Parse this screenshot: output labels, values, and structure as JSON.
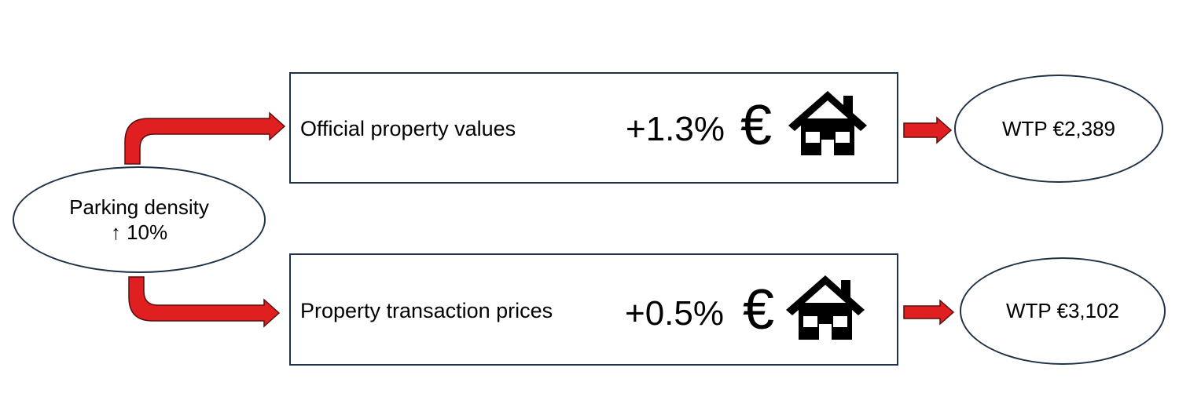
{
  "source": {
    "title": "Parking density",
    "change": "↑ 10%"
  },
  "paths": [
    {
      "label": "Official property values",
      "effect": "+1.3%",
      "currency_symbol": "€",
      "icon": "house-icon",
      "result": "WTP €2,389"
    },
    {
      "label": "Property transaction prices",
      "effect": "+0.5%",
      "currency_symbol": "€",
      "icon": "house-icon",
      "result": "WTP €3,102"
    }
  ],
  "colors": {
    "arrow_fill": "#e02020",
    "arrow_stroke": "#5a0f0f",
    "box_border": "#1f3247",
    "icon": "#000000"
  }
}
